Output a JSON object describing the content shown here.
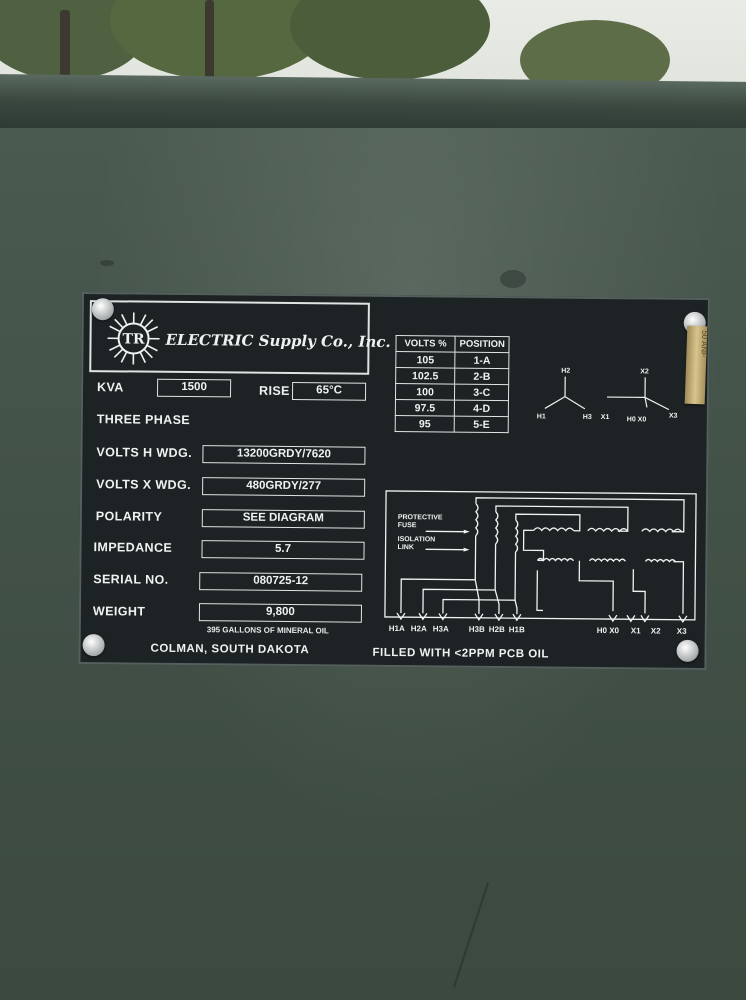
{
  "nameplate": {
    "logo": {
      "name_text": "ELECTRIC Supply Co., Inc."
    },
    "rows": {
      "kva": {
        "label": "KVA",
        "value": "1500"
      },
      "rise": {
        "label": "RISE",
        "value": "65°C"
      },
      "phase": {
        "label": "THREE PHASE"
      },
      "volts_h": {
        "label": "VOLTS H WDG.",
        "value": "13200GRDY/7620"
      },
      "volts_x": {
        "label": "VOLTS X WDG.",
        "value": "480GRDY/277"
      },
      "polarity": {
        "label": "POLARITY",
        "value": "SEE DIAGRAM"
      },
      "impedance": {
        "label": "IMPEDANCE",
        "value": "5.7"
      },
      "serial": {
        "label": "SERIAL NO.",
        "value": "080725-12"
      },
      "weight": {
        "label": "WEIGHT",
        "value": "9,800"
      }
    },
    "oil_note": "395 GALLONS OF MINERAL OIL",
    "location": "COLMAN, SOUTH DAKOTA",
    "pcb_note": "FILLED WITH <2PPM PCB OIL",
    "tap_table": {
      "headers": [
        "VOLTS %",
        "POSITION"
      ],
      "rows": [
        [
          "105",
          "1-A"
        ],
        [
          "102.5",
          "2-B"
        ],
        [
          "100",
          "3-C"
        ],
        [
          "97.5",
          "4-D"
        ],
        [
          "95",
          "5-E"
        ]
      ]
    },
    "vector_diagram": {
      "h_labels": [
        "H2",
        "H1",
        "H3"
      ],
      "x_labels": [
        "X2",
        "X1",
        "H0 X0",
        "X3"
      ]
    },
    "schematic": {
      "labels": [
        "PROTECTIVE",
        "FUSE",
        "ISOLATION",
        "LINK"
      ],
      "terminals_h": [
        "H1A",
        "H2A",
        "H3A",
        "H3B",
        "H2B",
        "H1B"
      ],
      "terminals_x": [
        "H0 X0",
        "X1",
        "X2",
        "X3"
      ]
    },
    "brass_tag": "50 ANF"
  },
  "colors": {
    "plate_bg": "#1d2224",
    "plate_ink": "#eef2f0",
    "tank_green": "#435248"
  }
}
